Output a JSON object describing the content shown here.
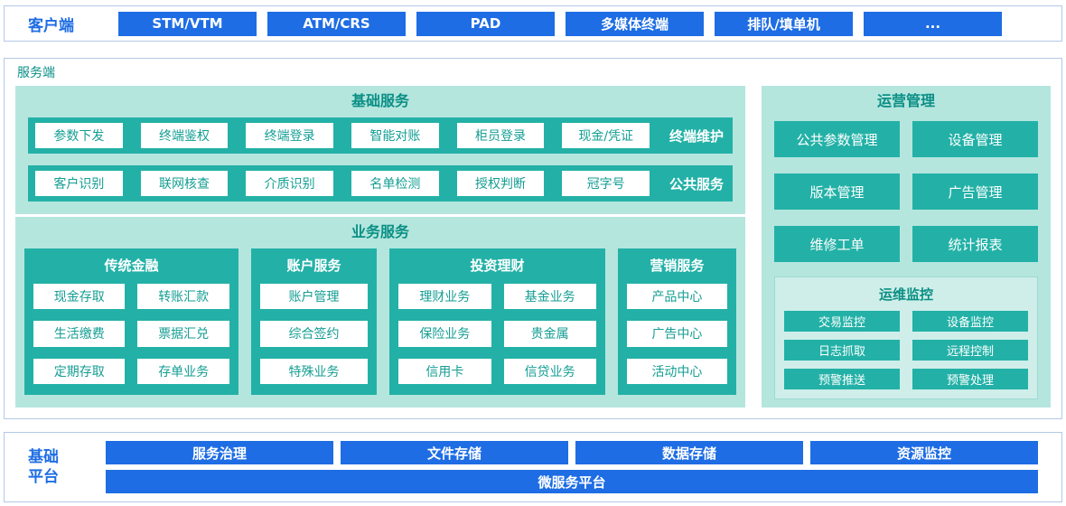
{
  "colors": {
    "accent_blue": "#1e6de4",
    "teal": "#23b1a7",
    "teal_light_panel": "#b4e6de",
    "teal_title_text": "#0a8f85",
    "box_border": "#b3c9e8"
  },
  "client": {
    "label": "客户端",
    "items": [
      "STM/VTM",
      "ATM/CRS",
      "PAD",
      "多媒体终端",
      "排队/填单机",
      "..."
    ]
  },
  "server": {
    "label": "服务端",
    "basic_services": {
      "title": "基础服务",
      "rows": [
        {
          "items": [
            "参数下发",
            "终端鉴权",
            "终端登录",
            "智能对账",
            "柜员登录",
            "现金/凭证"
          ],
          "label": "终端维护"
        },
        {
          "items": [
            "客户识别",
            "联网核查",
            "介质识别",
            "名单检测",
            "授权判断",
            "冠字号"
          ],
          "label": "公共服务"
        }
      ]
    },
    "business_services": {
      "title": "业务服务",
      "groups": [
        {
          "title": "传统金融",
          "items": [
            "现金存取",
            "转账汇款",
            "生活缴费",
            "票据汇兑",
            "定期存取",
            "存单业务"
          ]
        },
        {
          "title": "账户服务",
          "items": [
            "账户管理",
            "综合签约",
            "特殊业务"
          ]
        },
        {
          "title": "投资理财",
          "items": [
            "理财业务",
            "基金业务",
            "保险业务",
            "贵金属",
            "信用卡",
            "信贷业务"
          ]
        },
        {
          "title": "营销服务",
          "items": [
            "产品中心",
            "广告中心",
            "活动中心"
          ]
        }
      ]
    },
    "operations": {
      "title": "运营管理",
      "items": [
        "公共参数管理",
        "设备管理",
        "版本管理",
        "广告管理",
        "维修工单",
        "统计报表"
      ],
      "monitoring": {
        "title": "运维监控",
        "items": [
          "交易监控",
          "设备监控",
          "日志抓取",
          "远程控制",
          "预警推送",
          "预警处理"
        ]
      }
    }
  },
  "platform": {
    "label": "基础平台",
    "items": [
      "服务治理",
      "文件存储",
      "数据存储",
      "资源监控"
    ],
    "bottom": "微服务平台"
  }
}
